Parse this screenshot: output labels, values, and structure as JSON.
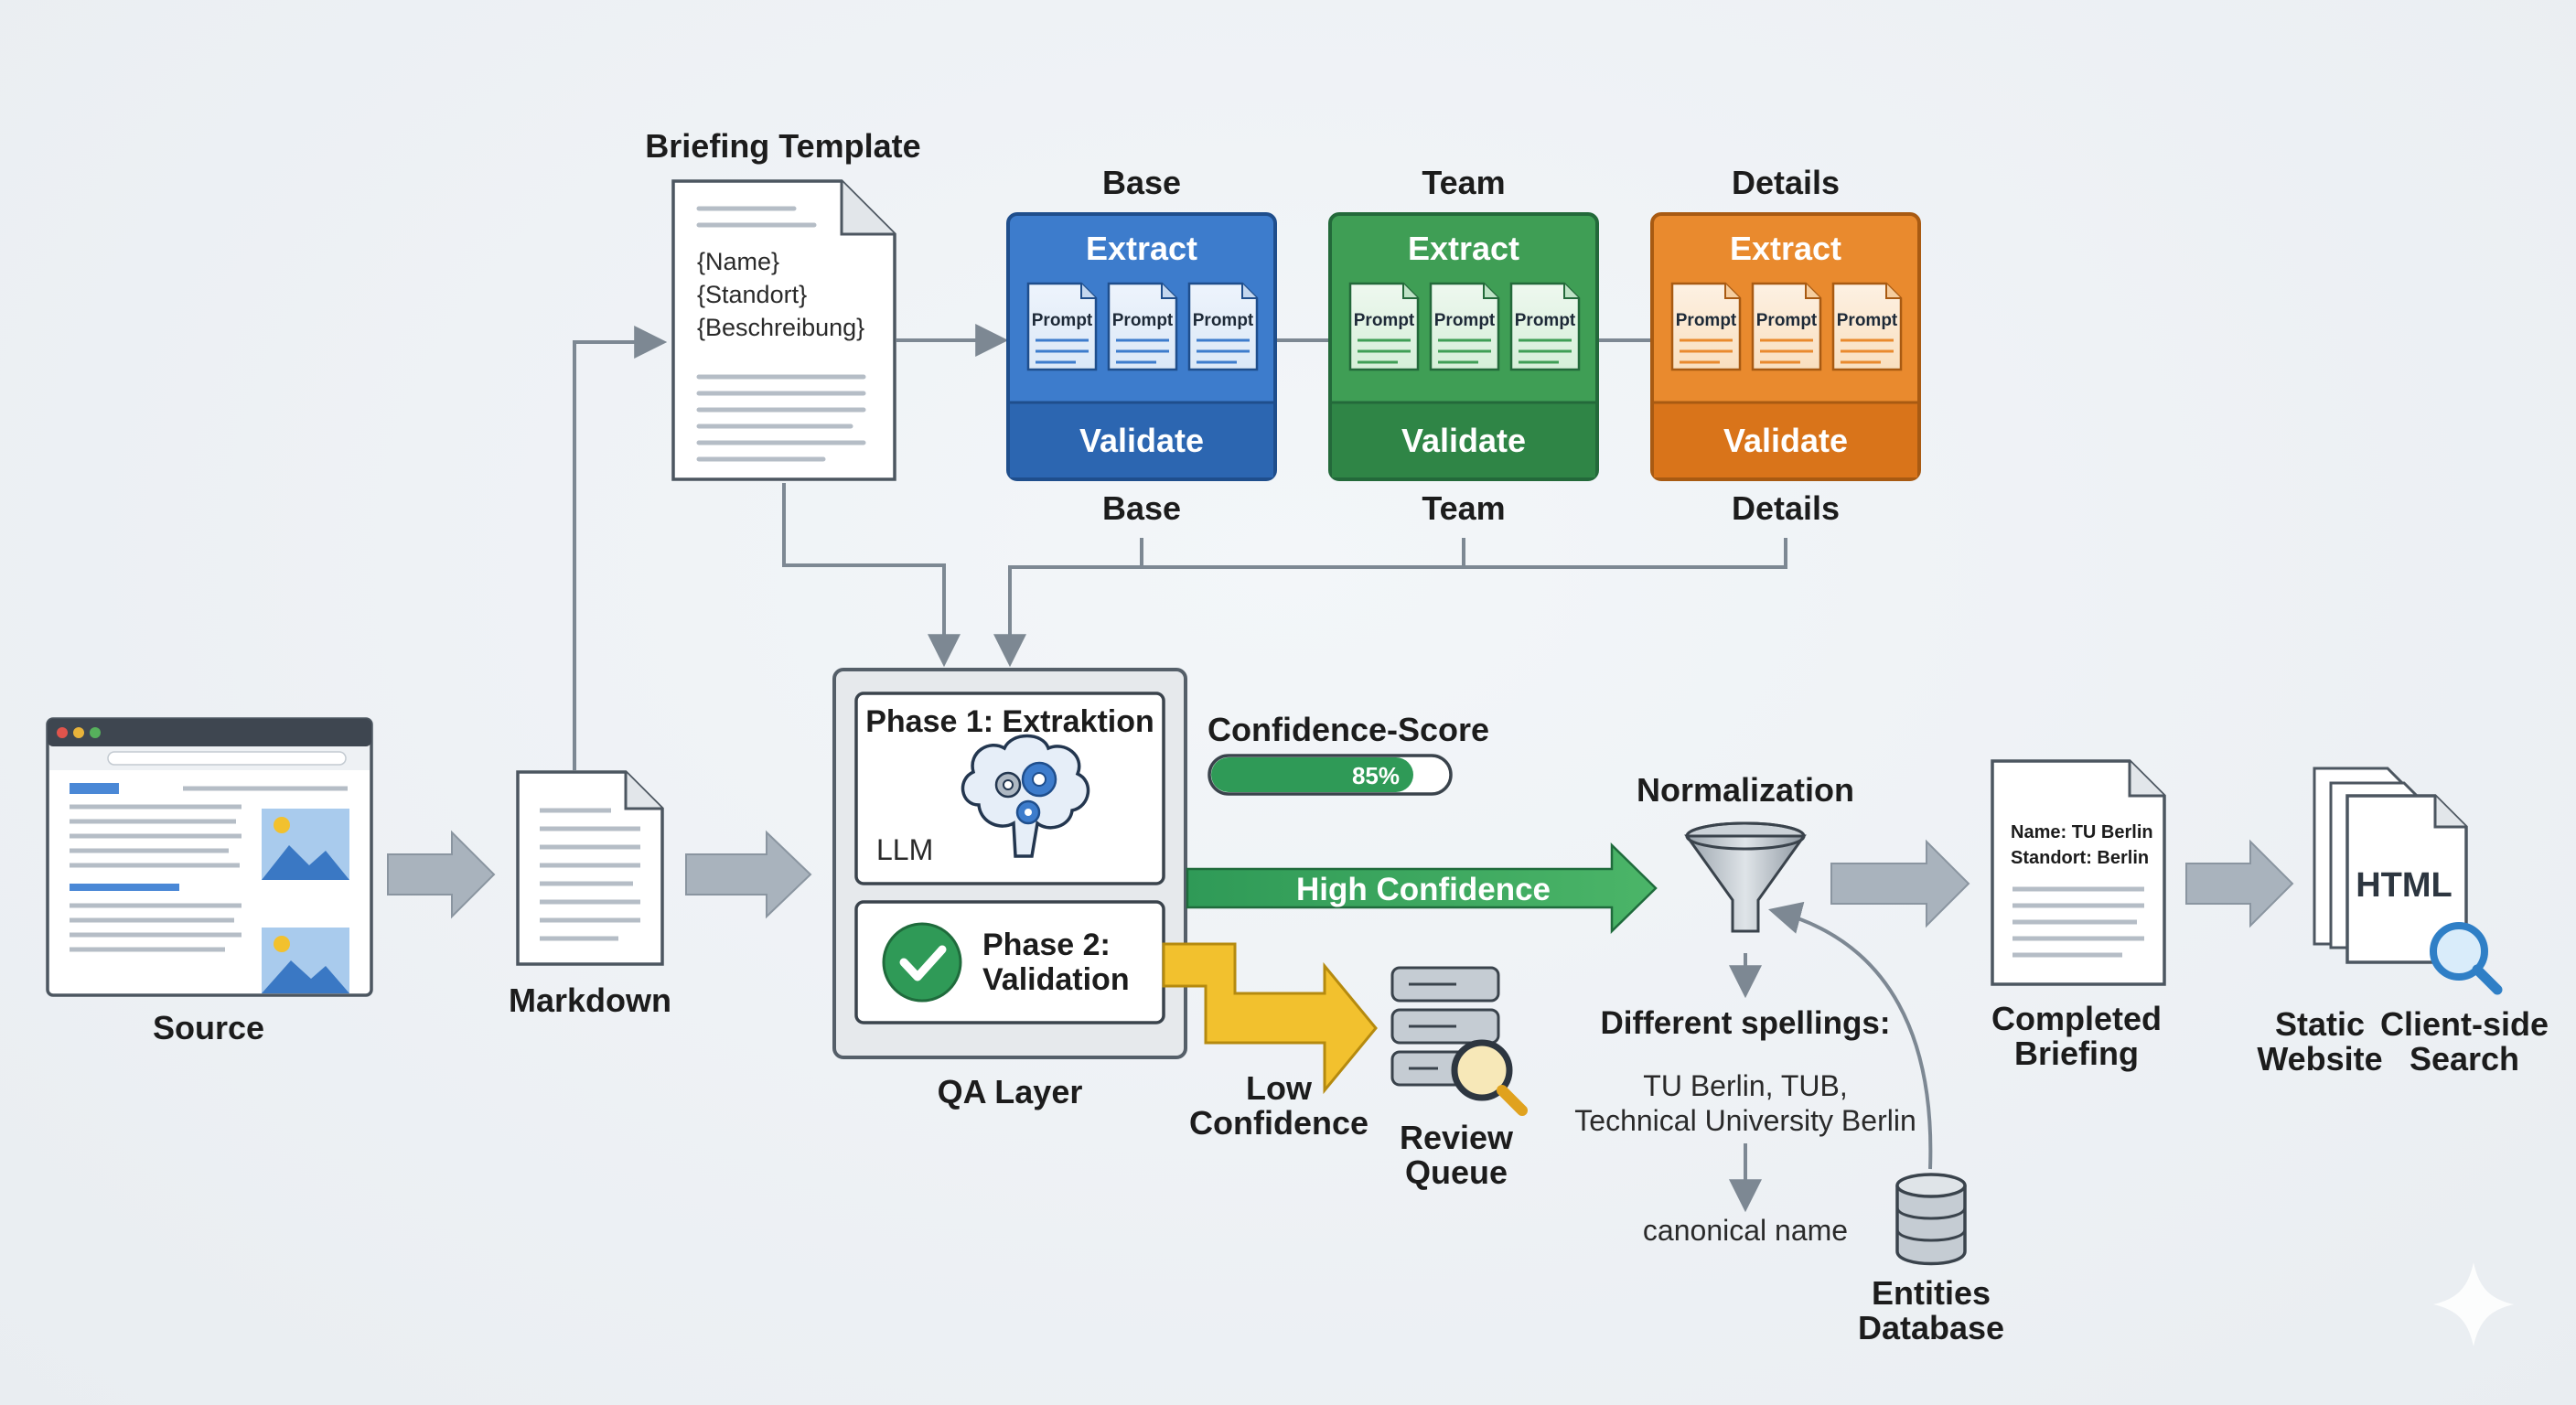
{
  "briefing_template": {
    "title": "Briefing Template",
    "fields": [
      "{Name}",
      "{Standort}",
      "{Beschreibung}"
    ]
  },
  "colors": {
    "blue": "#3d7ccc",
    "green": "#3f9e55",
    "orange": "#e98a2e",
    "yellow": "#f2c12e",
    "arrow_gray": "#a9b3bd",
    "line_gray": "#7d8893",
    "accent_green": "#2f9a57",
    "search_blue": "#2f7fc6"
  },
  "stages": [
    {
      "title": "Base",
      "bottom_label": "Base",
      "extract_label": "Extract",
      "validate_label": "Validate",
      "prompt_labels": [
        "Prompt",
        "Prompt",
        "Prompt"
      ],
      "color": "blue"
    },
    {
      "title": "Team",
      "bottom_label": "Team",
      "extract_label": "Extract",
      "validate_label": "Validate",
      "prompt_labels": [
        "Prompt",
        "Prompt",
        "Prompt"
      ],
      "color": "green"
    },
    {
      "title": "Details",
      "bottom_label": "Details",
      "extract_label": "Extract",
      "validate_label": "Validate",
      "prompt_labels": [
        "Prompt",
        "Prompt",
        "Prompt"
      ],
      "color": "orange"
    }
  ],
  "source": {
    "label": "Source"
  },
  "markdown": {
    "label": "Markdown"
  },
  "qa_layer": {
    "label": "QA Layer",
    "phase1_title": "Phase 1: Extraktion",
    "phase1_llm": "LLM",
    "phase2_title_line1": "Phase 2:",
    "phase2_title_line2": "Validation"
  },
  "confidence": {
    "label": "Confidence-Score",
    "value": 85,
    "value_text": "85%"
  },
  "high_confidence": {
    "label": "High Confidence"
  },
  "low_confidence": {
    "label_line1": "Low",
    "label_line2": "Confidence"
  },
  "review_queue": {
    "label_line1": "Review",
    "label_line2": "Queue"
  },
  "normalization": {
    "title": "Normalization",
    "spellings_label": "Different spellings:",
    "examples_line1": "TU Berlin, TUB,",
    "examples_line2": "Technical University Berlin",
    "canonical": "canonical name"
  },
  "entities_db": {
    "label_line1": "Entities",
    "label_line2": "Database"
  },
  "completed_briefing": {
    "name_line": "Name: TU Berlin",
    "standort_line": "Standort: Berlin",
    "label_line1": "Completed",
    "label_line2": "Briefing"
  },
  "static_website": {
    "label_line1": "Static",
    "label_line2": "Website",
    "html_text": "HTML"
  },
  "client_search": {
    "label_line1": "Client-side",
    "label_line2": "Search"
  },
  "icons": [
    "browser-icon",
    "document-icon",
    "brain-gears-icon",
    "checkmark-icon",
    "funnel-icon",
    "server-stack-icon",
    "magnifier-icon",
    "database-icon",
    "sparkle-icon"
  ]
}
